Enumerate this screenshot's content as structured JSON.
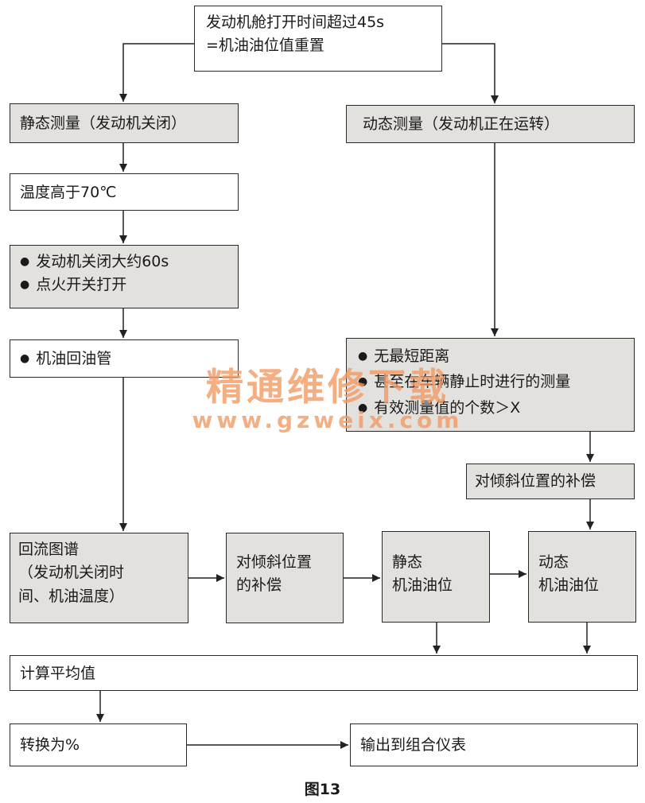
{
  "nodes": {
    "top": [
      "发动机舱打开时间超过45s",
      "=机油油位值重置"
    ],
    "static_measure": "静态测量（发动机关闭）",
    "dynamic_measure": "动态测量（发动机正在运转）",
    "temp": "温度高于70℃",
    "engine_off": [
      "发动机关闭大约60s",
      "点火开关打开"
    ],
    "oil_return": "机油回油管",
    "dynamic_conditions": [
      "无最短距离",
      "甚至在车辆静止时进行的测量",
      "有效测量值的个数＞X"
    ],
    "tilt_comp_right": "对倾斜位置的补偿",
    "return_map": [
      "回流图谱",
      "（发动机关闭时",
      "间、机油温度）"
    ],
    "tilt_comp_mid": [
      "对倾斜位置",
      "的补偿"
    ],
    "static_level": [
      "静态",
      "机油油位"
    ],
    "dynamic_level": [
      "动态",
      "机油油位"
    ],
    "average": "计算平均值",
    "convert": "转换为%",
    "output": "输出到组合仪表"
  },
  "caption": "图13",
  "watermark": {
    "cn": "精通维修下载",
    "url": "www.gzweix.com"
  }
}
